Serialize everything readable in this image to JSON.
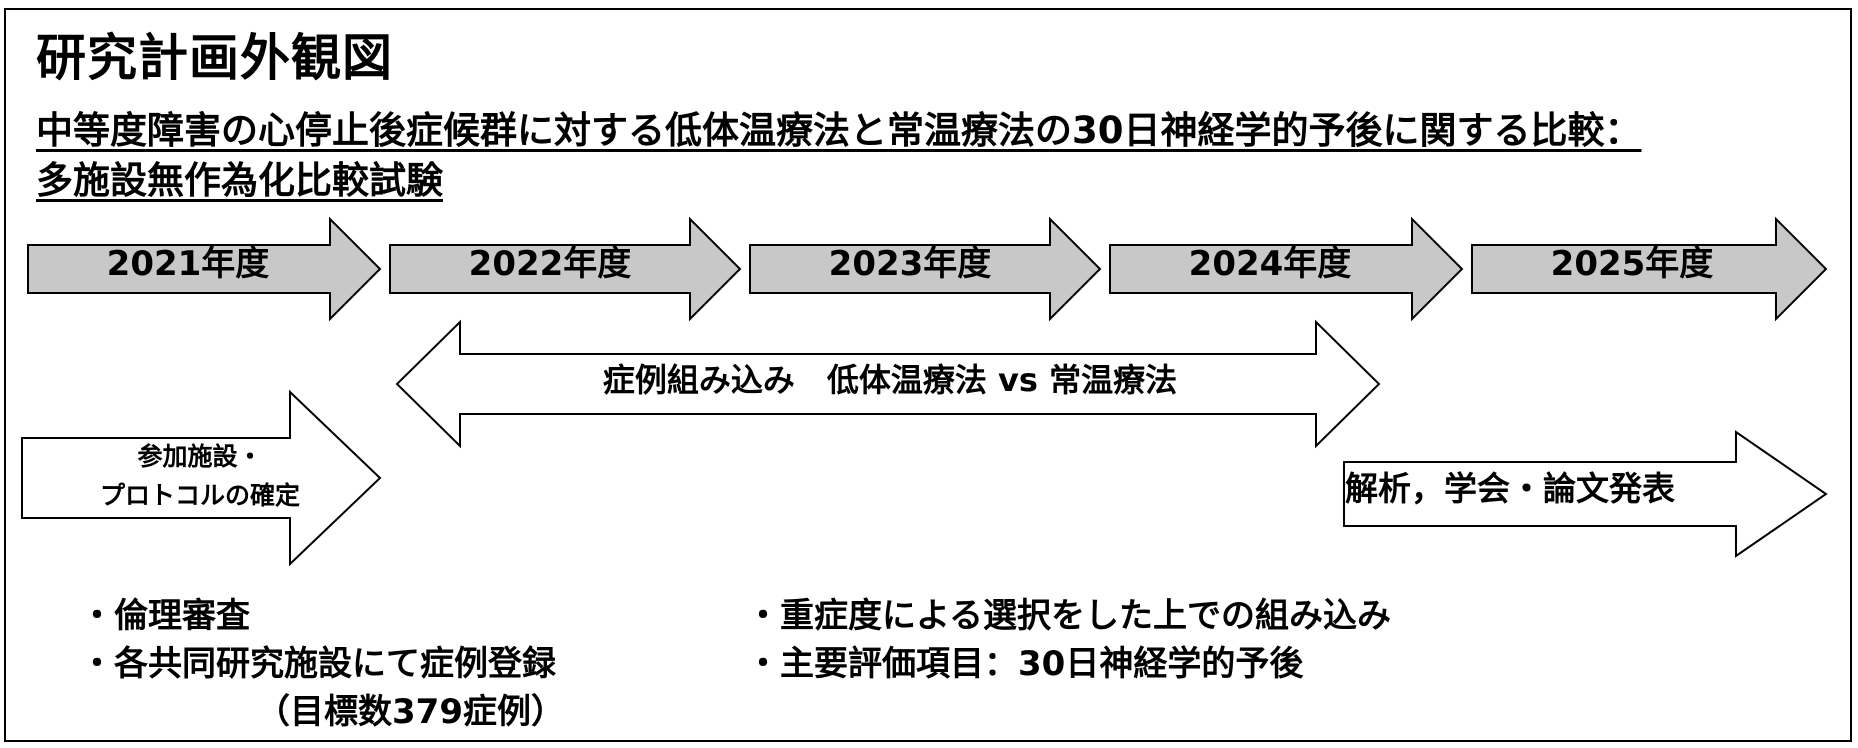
{
  "title": "研究計画外観図",
  "subtitle": {
    "line1": "中等度障害の心停止後症候群に対する低体温療法と常温療法の30日神経学的予後に関する比較：",
    "line2": "多施設無作為化比較試験"
  },
  "years": [
    "2021年度",
    "2022年度",
    "2023年度",
    "2024年度",
    "2025年度"
  ],
  "enrollment_label": "症例組み込み　低体温療法 vs 常温療法",
  "setup_label": {
    "line1": "参加施設・",
    "line2": "プロトコルの確定"
  },
  "analysis_label": "解析，学会・論文発表",
  "notes_left": [
    "・倫理審査",
    "・各共同研究施設にて症例登録",
    "（目標数379症例）"
  ],
  "notes_right": [
    "・重症度による選択をした上での組み込み",
    "・主要評価項目：30日神経学的予後"
  ],
  "colors": {
    "year_arrow_fill": "#c8c8c8",
    "outline": "#000000",
    "background": "#ffffff"
  }
}
